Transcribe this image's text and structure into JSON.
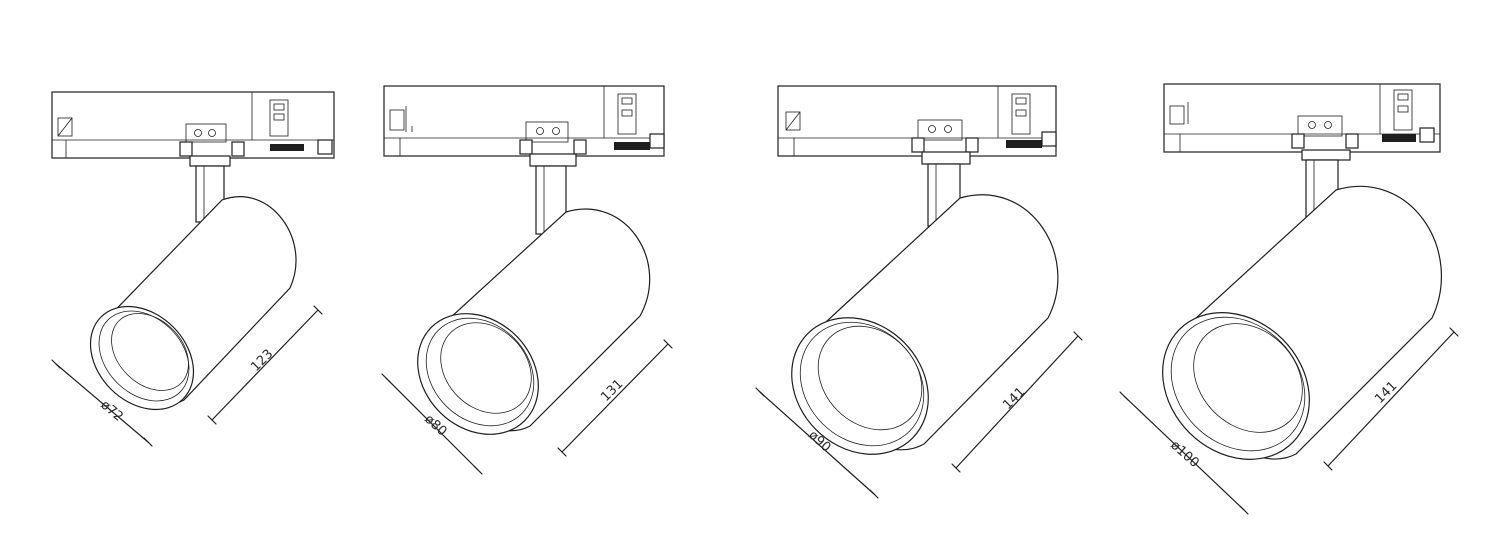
{
  "spotlights": [
    {
      "id": "spot-1",
      "diameter_label": "ø72",
      "length_label": "123"
    },
    {
      "id": "spot-2",
      "diameter_label": "ø80",
      "length_label": "131"
    },
    {
      "id": "spot-3",
      "diameter_label": "ø90",
      "length_label": "141"
    },
    {
      "id": "spot-4",
      "diameter_label": "ø100",
      "length_label": "141"
    }
  ]
}
